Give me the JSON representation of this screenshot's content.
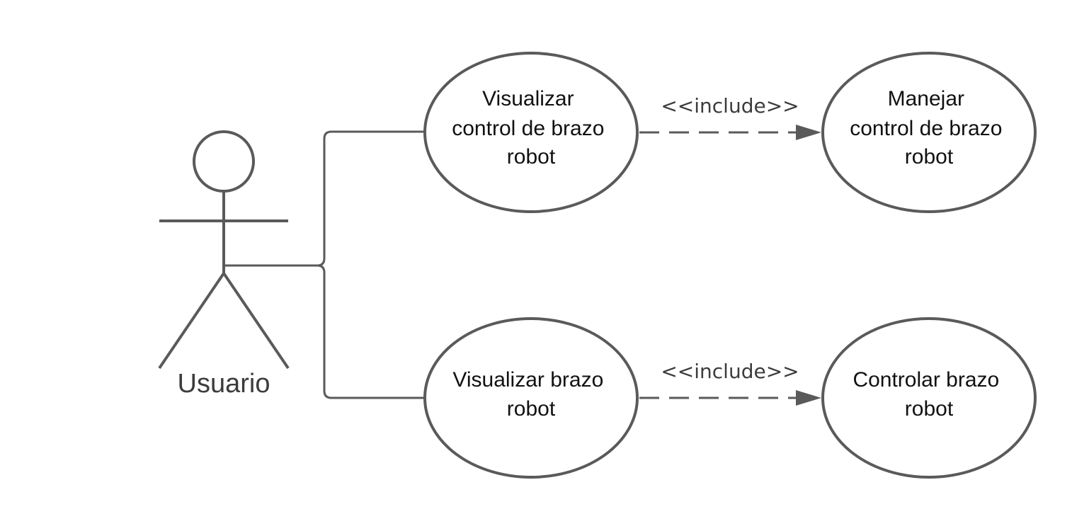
{
  "actor": {
    "name": "Usuario"
  },
  "use_cases": [
    {
      "id": "uc1",
      "lines": [
        "Visualizar",
        "control de brazo",
        "robot"
      ]
    },
    {
      "id": "uc2",
      "lines": [
        "Manejar",
        "control de brazo",
        "robot"
      ]
    },
    {
      "id": "uc3",
      "lines": [
        "Visualizar brazo",
        "robot"
      ]
    },
    {
      "id": "uc4",
      "lines": [
        "Controlar brazo",
        "robot"
      ]
    }
  ],
  "relations": [
    {
      "from": "uc1",
      "to": "uc2",
      "label": "<<include>>"
    },
    {
      "from": "uc3",
      "to": "uc4",
      "label": "<<include>>"
    }
  ],
  "colors": {
    "stroke": "#5a5a5a",
    "text": "#111111",
    "label": "#3c3c3c"
  }
}
